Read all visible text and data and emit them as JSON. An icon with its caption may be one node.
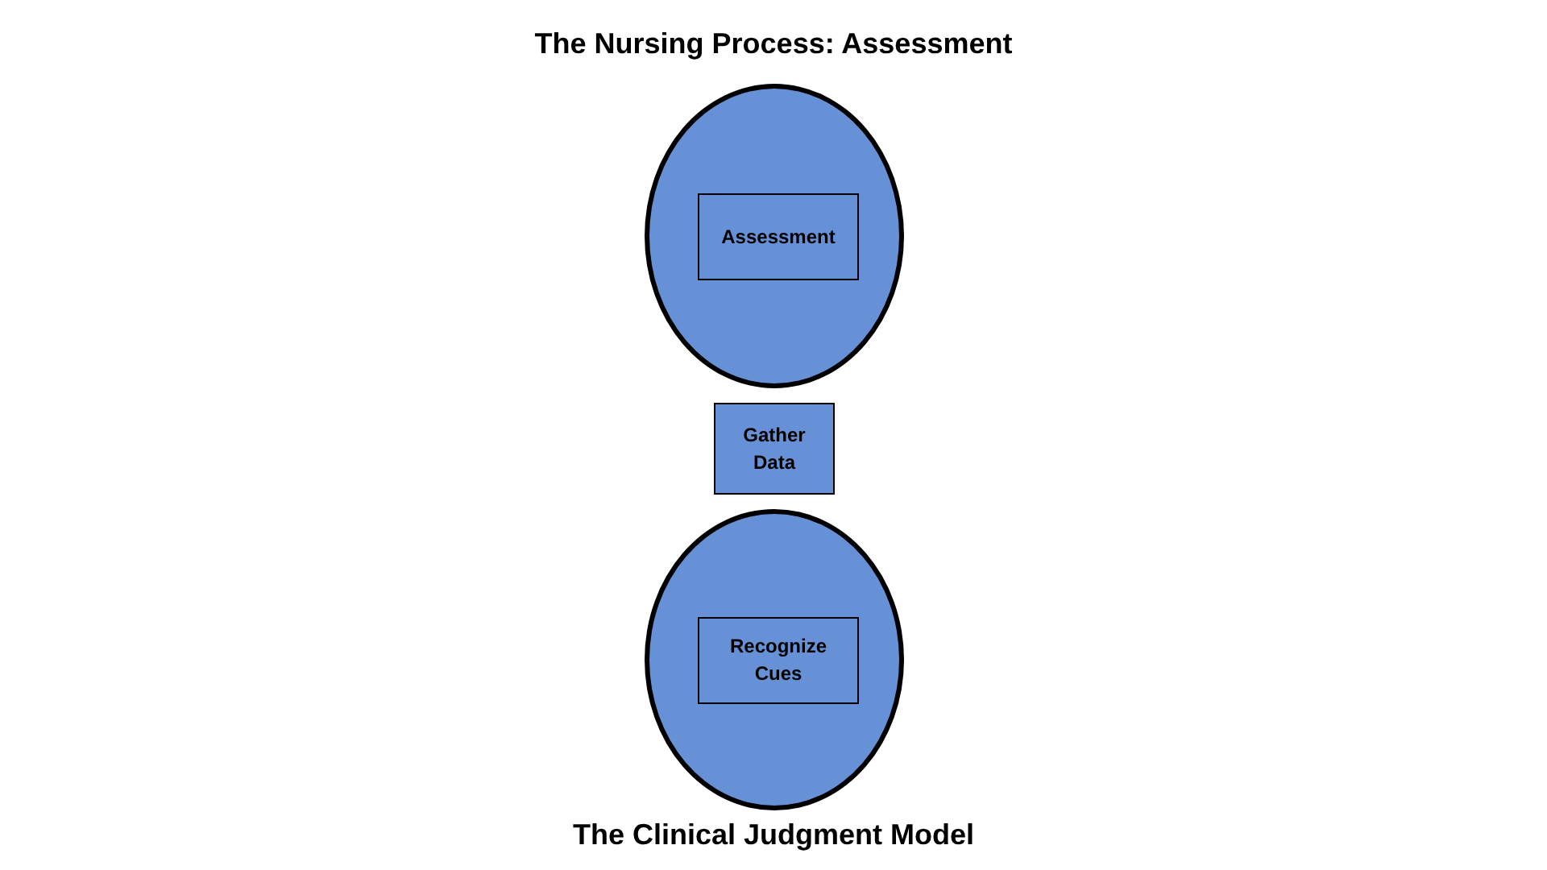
{
  "diagram": {
    "title": "The Nursing Process: Assessment",
    "caption": "The Clinical Judgment Model",
    "nodes": [
      {
        "text": [],
        "shape": "circle"
      },
      {
        "text": [
          "Assessment"
        ],
        "in": 0
      },
      {
        "text": [
          "Gather Data"
        ]
      },
      {
        "text": [],
        "shape": "circle"
      },
      {
        "text": [
          "Recognize Cues"
        ],
        "in": 3
      }
    ]
  }
}
